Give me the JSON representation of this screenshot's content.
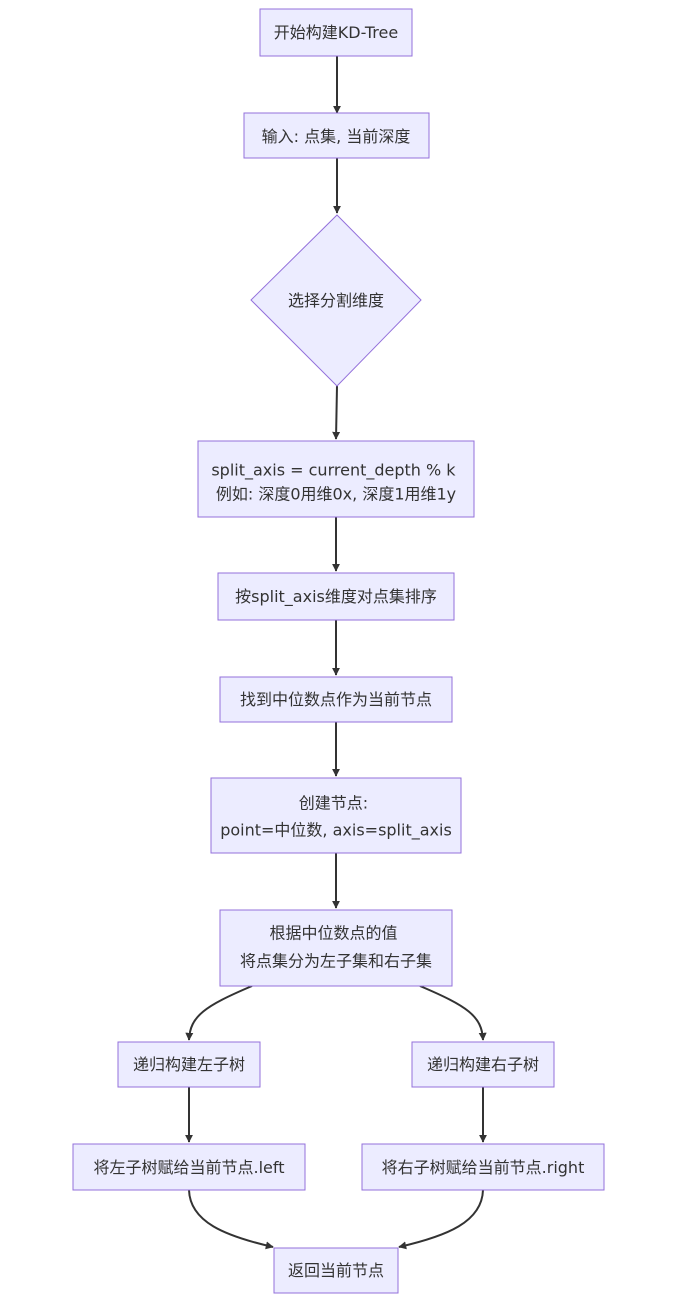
{
  "diagram": {
    "nodes": {
      "start": {
        "lines": [
          "开始构建KD-Tree"
        ]
      },
      "input": {
        "lines": [
          "输入: 点集, 当前深度"
        ]
      },
      "choose": {
        "lines": [
          "选择分割维度"
        ]
      },
      "formula": {
        "lines": [
          "split_axis = current_depth % k",
          "例如: 深度0用维0x, 深度1用维1y"
        ]
      },
      "sort": {
        "lines": [
          "按split_axis维度对点集排序"
        ]
      },
      "median": {
        "lines": [
          "找到中位数点作为当前节点"
        ]
      },
      "create": {
        "lines": [
          "创建节点:",
          "point=中位数, axis=split_axis"
        ]
      },
      "split": {
        "lines": [
          "根据中位数点的值",
          "将点集分为左子集和右子集"
        ]
      },
      "left_rec": {
        "lines": [
          "递归构建左子树"
        ]
      },
      "right_rec": {
        "lines": [
          "递归构建右子树"
        ]
      },
      "assign_left": {
        "lines": [
          "将左子树赋给当前节点.left"
        ]
      },
      "assign_right": {
        "lines": [
          "将右子树赋给当前节点.right"
        ]
      },
      "return": {
        "lines": [
          "返回当前节点"
        ]
      }
    }
  },
  "colors": {
    "node_fill": "#ECECFF",
    "node_stroke": "#9370DB",
    "text": "#333333",
    "edge": "#333333"
  }
}
